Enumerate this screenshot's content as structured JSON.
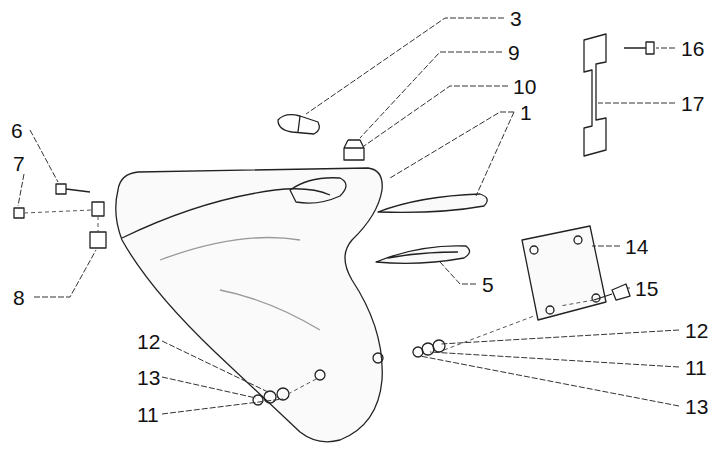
{
  "diagram": {
    "labels": [
      "3",
      "9",
      "10",
      "1",
      "6",
      "7",
      "16",
      "17",
      "14",
      "15",
      "8",
      "5",
      "12",
      "12",
      "11",
      "13",
      "13",
      "11"
    ]
  }
}
